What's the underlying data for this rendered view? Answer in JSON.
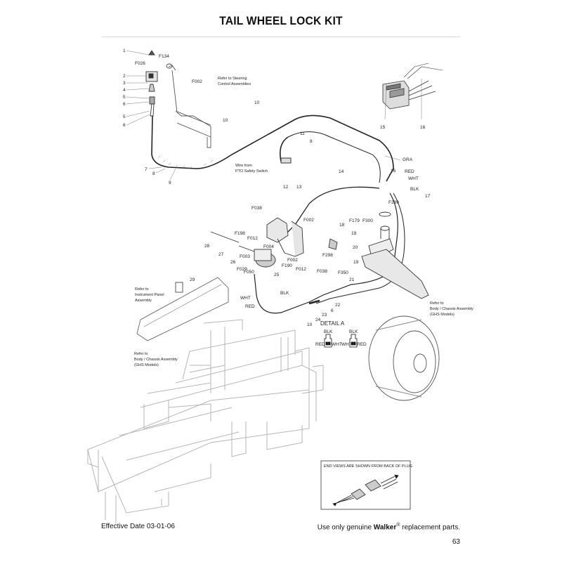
{
  "page": {
    "title": "TAIL WHEEL LOCK KIT",
    "effective_date": "Effective Date 03-01-06",
    "footer_prefix": "Use only genuine ",
    "footer_brand": "Walker",
    "footer_reg": "®",
    "footer_suffix": " replacement parts.",
    "page_number": "63"
  },
  "callouts": {
    "c1": "1",
    "c2": "2",
    "c3": "3",
    "c4": "4",
    "c5a": "5",
    "c6a": "6",
    "c5b": "5",
    "c6b": "6",
    "c7": "7",
    "c8a": "8",
    "c9": "9",
    "c10a": "10",
    "c10b": "10",
    "c11": "11",
    "c8b": "8",
    "c12": "12",
    "c13": "13",
    "c14": "14",
    "c15": "15",
    "c16a": "16",
    "c16b": "16",
    "c17": "17",
    "c18": "18",
    "c19a": "19",
    "c19b": "19",
    "c20": "20",
    "c21": "21",
    "c22": "22",
    "c6c": "6",
    "c23": "23",
    "c24": "24",
    "c10c": "10",
    "c25": "25",
    "c26": "26",
    "c27": "27",
    "c28": "28",
    "c29": "29"
  },
  "part_codes": {
    "F134": "F134",
    "F026": "F026",
    "F002a": "F002",
    "F038a": "F038",
    "F198": "F198",
    "F012a": "F012",
    "F004": "F004",
    "F003": "F003",
    "F050": "F050",
    "F029": "F029",
    "F190": "F190",
    "F012b": "F012",
    "F002b": "F002",
    "F002c": "F002",
    "F038b": "F038",
    "F298": "F298",
    "F179": "F179",
    "F300": "F300",
    "F350": "F350",
    "F299": "F299"
  },
  "wire_labels": {
    "gra": "GRA",
    "red1": "RED",
    "wht1": "WHT",
    "blk1": "BLK",
    "wht2": "WHT",
    "blk2": "BLK",
    "red2": "RED"
  },
  "notes": {
    "steering_1": "Refer to Steering",
    "steering_2": "Control Assemblies",
    "pto_1": "Wire from",
    "pto_2": "PTO Safety Switch",
    "instrument_1": "Refer to",
    "instrument_2": "Instrument Panel",
    "instrument_3": "Assembly",
    "body_left_1": "Refer to",
    "body_left_2": "Body / Chassis Assembly",
    "body_left_3": "(GHS Models)",
    "body_right_1": "Refer to",
    "body_right_2": "Body / Chassis Assembly",
    "body_right_3": "(GHS Models)"
  },
  "detail_a": {
    "title": "DETAIL A",
    "blk_left": "BLK",
    "red_left": "RED",
    "wht_left": "WHT",
    "blk_right": "BLK",
    "wht_right": "WHT",
    "red_right": "RED"
  },
  "end_view": {
    "label": "END VIEWS ARE SHOWN FROM BACK OF PLUG"
  }
}
